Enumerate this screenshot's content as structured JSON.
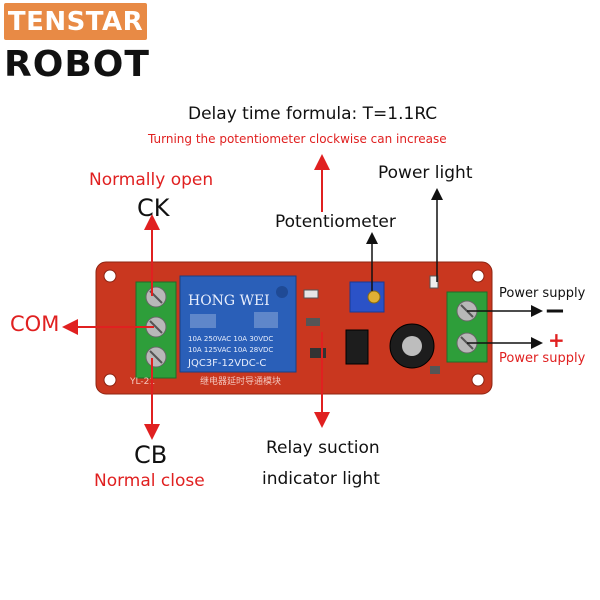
{
  "brand": {
    "top": "TENSTAR",
    "bottom": "ROBOT",
    "badge_color": "#e88a45"
  },
  "title": {
    "formula": "Delay time formula: T=1.1RC",
    "note": "Turning the potentiometer clockwise can increase"
  },
  "labels": {
    "normally_open": "Normally open",
    "ck": "CK",
    "com": "COM",
    "cb": "CB",
    "normal_close": "Normal close",
    "potentiometer": "Potentiometer",
    "power_light": "Power light",
    "power_supply_minus": "Power supply",
    "minus": "−",
    "plus": "+",
    "power_supply_plus": "Power supply",
    "relay_line1": "Relay suction",
    "relay_line2": "indicator light"
  },
  "board": {
    "relay_brand": "HONG WEI",
    "relay_line1": "10A 250VAC 10A 30VDC",
    "relay_line2": "10A 125VAC 10A 28VDC",
    "relay_model": "JQC3F-12VDC-C",
    "board_model": "YL-21",
    "board_chinese": "继电器延时导通模块"
  },
  "colors": {
    "accent_red": "#e02020",
    "pcb": "#c9371f",
    "relay": "#2a5fb8",
    "terminal": "#2e9e3a"
  }
}
